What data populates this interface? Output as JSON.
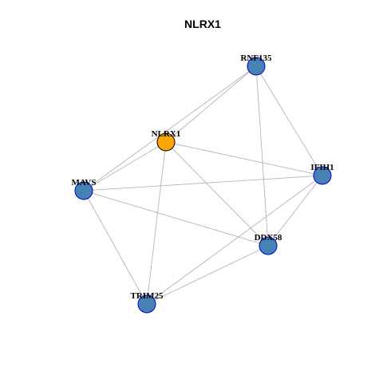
{
  "title": "NLRX1",
  "nodes": [
    {
      "id": "RNF135",
      "label": "RNF135",
      "color": "#4682B4",
      "stroke": "#0000CD",
      "kind": "partner"
    },
    {
      "id": "NLRX1",
      "label": "NLRX1",
      "color": "#FFA500",
      "stroke": "#000000",
      "kind": "query"
    },
    {
      "id": "IFIH1",
      "label": "IFIH1",
      "color": "#4682B4",
      "stroke": "#0000CD",
      "kind": "partner"
    },
    {
      "id": "MAVS",
      "label": "MAVS",
      "color": "#4682B4",
      "stroke": "#0000CD",
      "kind": "partner"
    },
    {
      "id": "DDX58",
      "label": "DDX58",
      "color": "#4682B4",
      "stroke": "#0000CD",
      "kind": "partner"
    },
    {
      "id": "TRIM25",
      "label": "TRIM25",
      "color": "#4682B4",
      "stroke": "#0000CD",
      "kind": "partner"
    }
  ],
  "edges": [
    [
      "RNF135",
      "NLRX1"
    ],
    [
      "RNF135",
      "MAVS"
    ],
    [
      "RNF135",
      "IFIH1"
    ],
    [
      "RNF135",
      "DDX58"
    ],
    [
      "NLRX1",
      "MAVS"
    ],
    [
      "NLRX1",
      "IFIH1"
    ],
    [
      "NLRX1",
      "DDX58"
    ],
    [
      "NLRX1",
      "TRIM25"
    ],
    [
      "MAVS",
      "IFIH1"
    ],
    [
      "MAVS",
      "DDX58"
    ],
    [
      "MAVS",
      "TRIM25"
    ],
    [
      "IFIH1",
      "DDX58"
    ],
    [
      "IFIH1",
      "TRIM25"
    ],
    [
      "DDX58",
      "TRIM25"
    ]
  ],
  "edge_color": "#B4B4B4"
}
